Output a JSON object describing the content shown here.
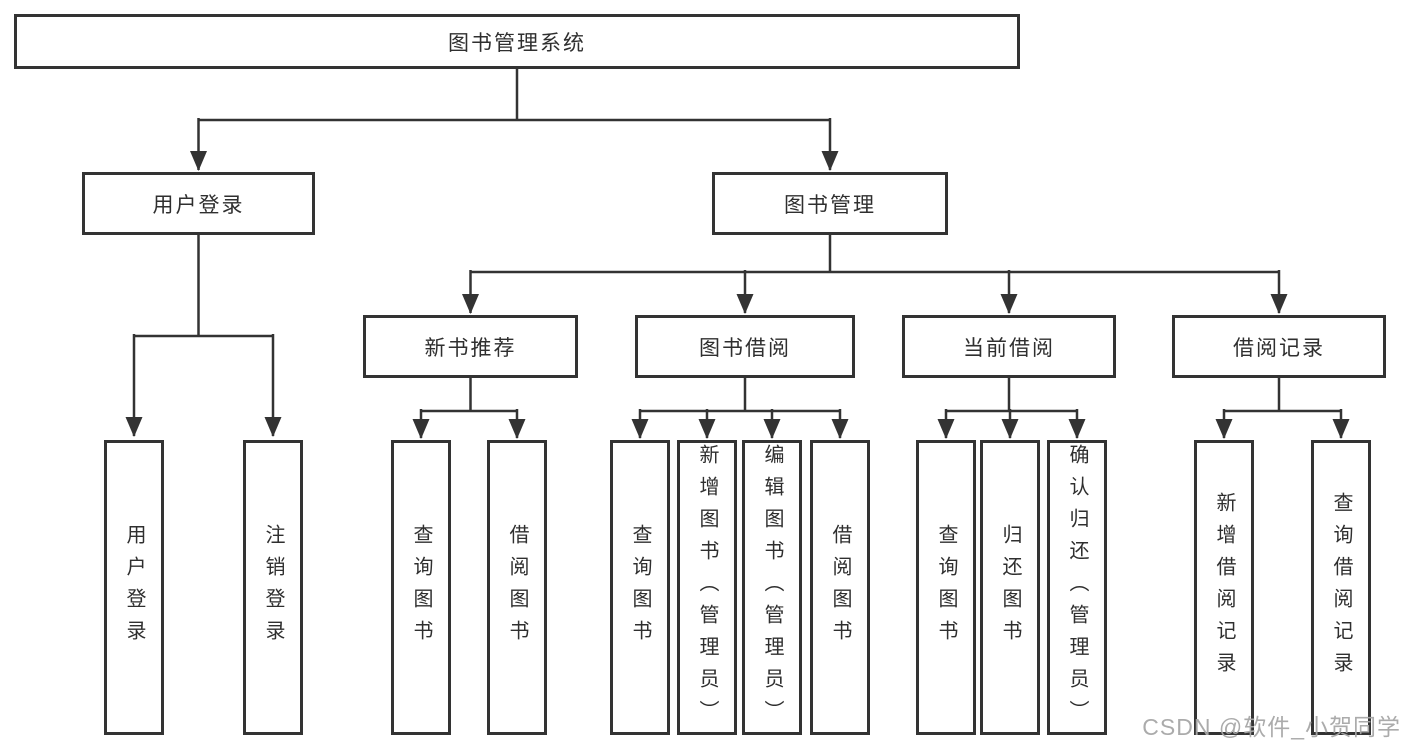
{
  "diagram": {
    "root": "图书管理系统",
    "level2": {
      "user_login": "用户登录",
      "book_mgmt": "图书管理"
    },
    "level3": {
      "new_book": "新书推荐",
      "book_borrow": "图书借阅",
      "current_borrow": "当前借阅",
      "borrow_record": "借阅记录"
    },
    "leaves": {
      "user_login": [
        "用户登录",
        "注销登录"
      ],
      "new_book": [
        "查询图书",
        "借阅图书"
      ],
      "book_borrow": [
        "查询图书",
        "新增图书（管理员）",
        "编辑图书（管理员）",
        "借阅图书"
      ],
      "current_borrow": [
        "查询图书",
        "归还图书",
        "确认归还（管理员）"
      ],
      "borrow_record": [
        "新增借阅记录",
        "查询借阅记录"
      ]
    }
  },
  "watermark": {
    "text": "CSDN @软件_小贺同学",
    "color": "#a6a6a6"
  },
  "colors": {
    "line": "#333333",
    "box_border": "#333333",
    "background": "#ffffff"
  }
}
